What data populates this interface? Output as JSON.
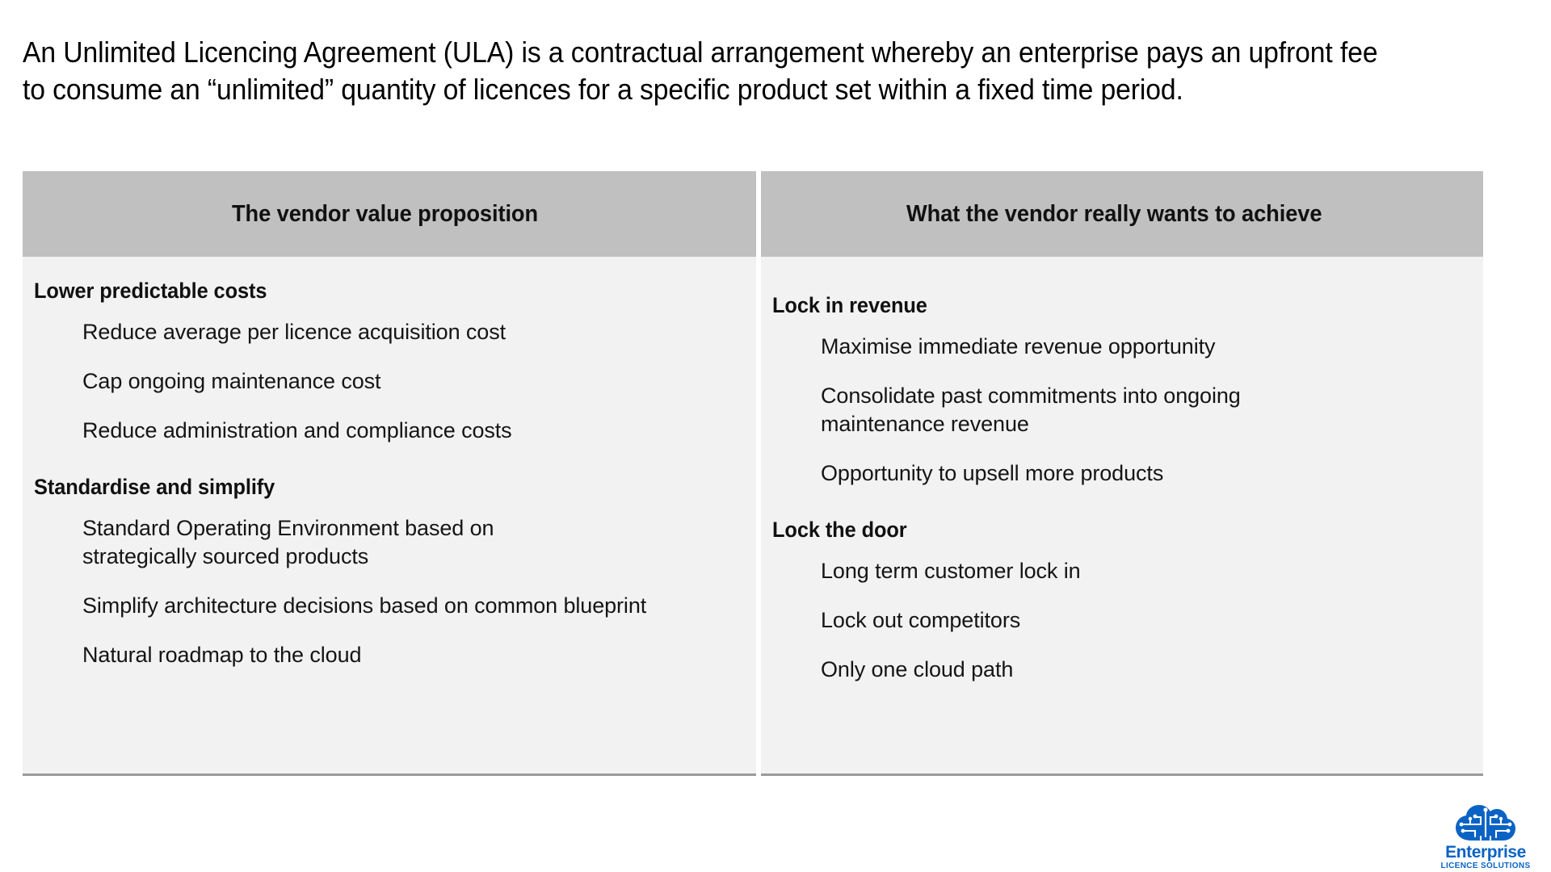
{
  "slide": {
    "title": "An Unlimited Licencing Agreement (ULA) is a contractual arrangement whereby an enterprise pays an upfront fee to consume an “unlimited” quantity of licences for a specific product set within a fixed time period.",
    "colors": {
      "header_band": "#c0c0c0",
      "body_fill": "#f2f2f2",
      "table_bottom_border": "#9a9a9a",
      "brand_blue": "#0a63c4",
      "text": "#111111"
    }
  },
  "table": {
    "columns": [
      {
        "header": "The vendor value proposition",
        "groups": [
          {
            "heading": "Lower predictable costs",
            "items": [
              "Reduce average per licence acquisition cost",
              "Cap ongoing maintenance cost",
              "Reduce administration and compliance costs"
            ]
          },
          {
            "heading": "Standardise and simplify",
            "items": [
              "Standard Operating Environment based on strategically sourced products",
              "Simplify architecture decisions based on common blueprint",
              "Natural roadmap to the cloud"
            ]
          }
        ]
      },
      {
        "header": "What the vendor really wants to achieve",
        "groups": [
          {
            "heading": "Lock in revenue",
            "items": [
              "Maximise immediate revenue opportunity",
              "Consolidate past commitments into ongoing maintenance revenue",
              "Opportunity to upsell more products"
            ]
          },
          {
            "heading": "Lock the door",
            "items": [
              "Long term customer lock in",
              "Lock out competitors",
              "Only one cloud path"
            ]
          }
        ]
      }
    ]
  },
  "logo": {
    "icon": "cloud-circuit-icon",
    "word": "Enterprise",
    "tagline": "LICENCE SOLUTIONS"
  }
}
